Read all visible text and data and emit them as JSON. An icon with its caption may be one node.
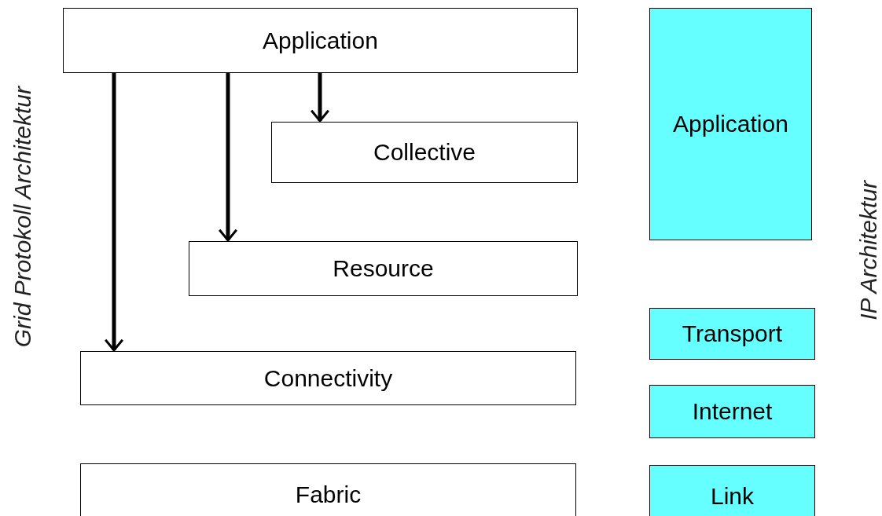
{
  "diagram": {
    "nodes": [
      {
        "text": [
          "Application"
        ]
      },
      {
        "text": [
          "Collective"
        ]
      },
      {
        "text": [
          "Resource"
        ]
      },
      {
        "text": [
          "Connectivity"
        ]
      },
      {
        "text": [
          "Fabric"
        ]
      },
      {
        "text": [
          "Application"
        ]
      },
      {
        "text": [
          "Transport"
        ]
      },
      {
        "text": [
          "Internet"
        ]
      },
      {
        "text": [
          "Link"
        ]
      }
    ],
    "edges": [
      {
        "from": 0,
        "to": 1,
        "arrow": "to"
      },
      {
        "from": 0,
        "to": 2,
        "arrow": "to"
      },
      {
        "from": 0,
        "to": 3,
        "arrow": "to"
      }
    ],
    "labels": [
      "Grid Protokoll Architektur",
      "IP Architektur"
    ]
  }
}
